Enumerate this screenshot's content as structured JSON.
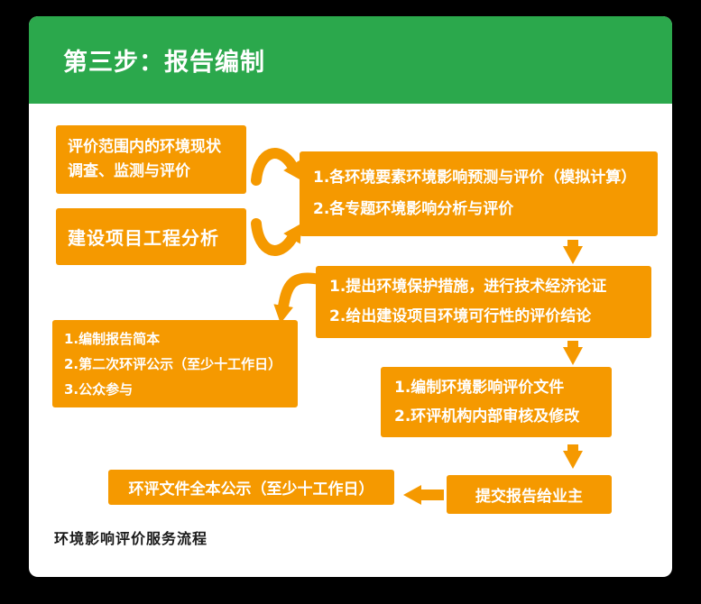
{
  "header": {
    "title": "第三步：报告编制"
  },
  "boxes": {
    "survey": {
      "lines": [
        "评价范围内的环境现状",
        "调查、监测与评价"
      ]
    },
    "project_analysis": {
      "lines": [
        "建设项目工程分析"
      ]
    },
    "prediction": {
      "lines": [
        "1.各环境要素环境影响预测与评价（模拟计算）",
        "2.各专题环境影响分析与评价"
      ]
    },
    "measures": {
      "lines": [
        "1.提出环境保护措施，进行技术经济论证",
        "2.给出建设项目环境可行性的评价结论"
      ]
    },
    "publicity": {
      "lines": [
        "1.编制报告简本",
        "2.第二次环评公示（至少十工作日）",
        "3.公众参与"
      ]
    },
    "document": {
      "lines": [
        "1.编制环境影响评价文件",
        "2.环评机构内部审核及修改"
      ]
    },
    "submit": {
      "lines": [
        "提交报告给业主"
      ]
    },
    "full_publicity": {
      "lines": [
        "环评文件全本公示（至少十工作日）"
      ]
    }
  },
  "footer": {
    "caption": "环境影响评价服务流程"
  },
  "colors": {
    "header_green": "#2BA84C",
    "box_orange": "#F59900",
    "frame_black": "#000000",
    "card_white": "#FFFFFF"
  }
}
